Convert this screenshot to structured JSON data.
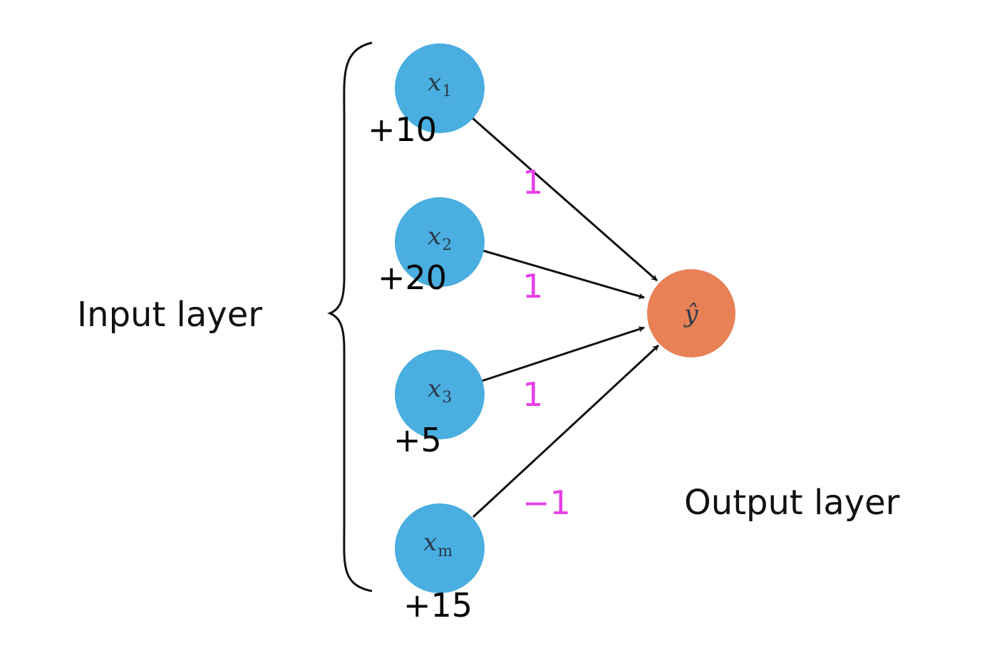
{
  "labels": {
    "input_layer": "Input layer",
    "output_layer": "Output layer"
  },
  "inputs": [
    {
      "symbol": "x",
      "sub": "1",
      "value": "+10",
      "weight": "1"
    },
    {
      "symbol": "x",
      "sub": "2",
      "value": "+20",
      "weight": "1"
    },
    {
      "symbol": "x",
      "sub": "3",
      "value": "+5",
      "weight": "1"
    },
    {
      "symbol": "x",
      "sub": "m",
      "value": "+15",
      "weight": "−1"
    }
  ],
  "output": {
    "symbol": "ŷ"
  },
  "colors": {
    "input_node": "#4aaee0",
    "output_node": "#e88156",
    "weight_text": "#e83fe8"
  }
}
